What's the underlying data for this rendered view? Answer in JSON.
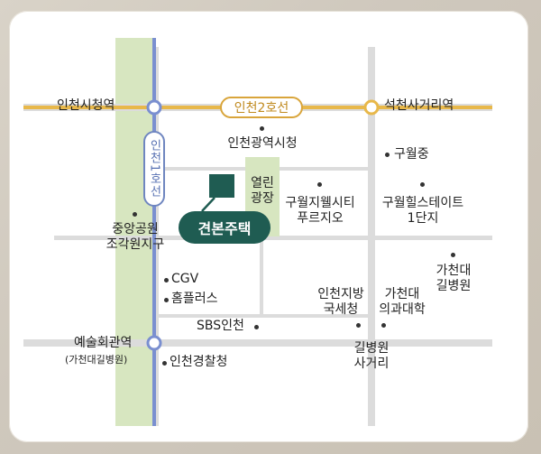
{
  "labels": {
    "incheon_city_hall_station": "인천시청역",
    "incheon_line2": "인천2호선",
    "seokcheon_intersection_station": "석천사거리역",
    "incheon_line1": "인천1호선",
    "incheon_metropolitan_city_hall": "인천광역시청",
    "guwol_middle_school": "구월중",
    "yeolin_plaza": "열린\n광장",
    "guwol_jiwell_city": "구월지웰시티\n푸르지오",
    "guwol_hillstate": "구월힐스테이트\n1단지",
    "central_park": "중앙공원\n조각원지구",
    "office_callout": "견본주택",
    "gachon_hospital": "가천대\n길병원",
    "cgv": "CGV",
    "homeplus": "홈플러스",
    "incheon_tax_office": "인천지방\n국세청",
    "gachon_medical": "가천대\n의과대학",
    "sbs_incheon": "SBS인천",
    "art_center_station": "예술회관역",
    "art_center_station_sub": "(가천대길병원)",
    "incheon_police": "인천경찰청",
    "gil_hospital_intersection": "길병원\n사거리"
  },
  "colors": {
    "line2": "#e8b84a",
    "line1": "#7a8fd0",
    "road": "#dcdcdc",
    "park": "#d7e6c0",
    "callout": "#1f5c52",
    "marker": "#1f5c52"
  }
}
